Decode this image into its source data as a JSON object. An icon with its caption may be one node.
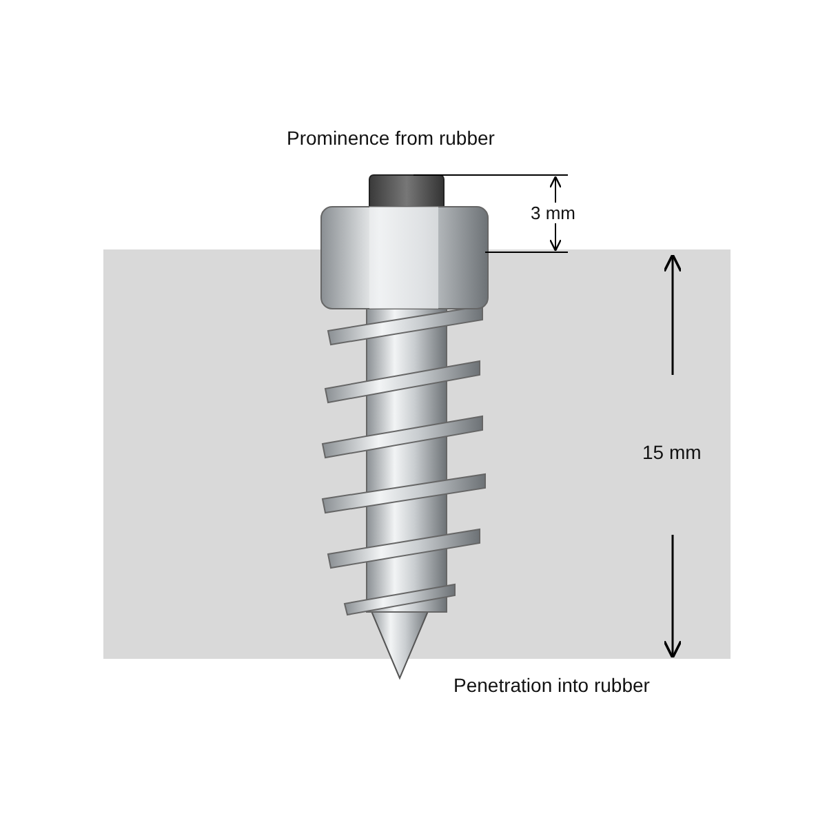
{
  "diagram": {
    "labels": [
      "Prominence from rubber",
      "3 mm",
      "15 mm",
      "Penetration into rubber"
    ]
  }
}
